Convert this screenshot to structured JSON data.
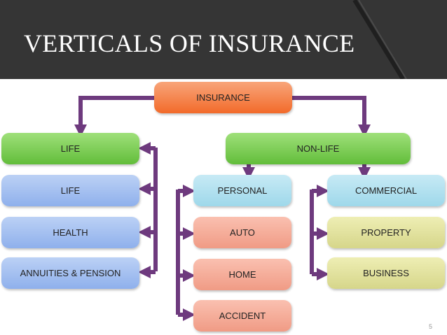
{
  "slide": {
    "title": "VERTICALS OF INSURANCE",
    "page_number": "5"
  },
  "diagram": {
    "root": "INSURANCE",
    "life_branch": {
      "label": "LIFE",
      "children": [
        "LIFE",
        "HEALTH",
        "ANNUITIES & PENSION"
      ]
    },
    "nonlife_branch": {
      "label": "NON-LIFE",
      "personal": {
        "label": "PERSONAL",
        "children": [
          "AUTO",
          "HOME",
          "ACCIDENT"
        ]
      },
      "commercial": {
        "label": "COMMERCIAL",
        "children": [
          "PROPERTY",
          "BUSINESS"
        ]
      }
    }
  },
  "colors": {
    "header_background": "#353535",
    "connector": "#6e3a7e",
    "root_box": "#f26a2a",
    "branch_box": "#62bd3a",
    "life_child_box": "#8fb0ec",
    "category_box": "#9ed8ea",
    "personal_child_box": "#f09b85",
    "commercial_child_box": "#d6d68a"
  }
}
